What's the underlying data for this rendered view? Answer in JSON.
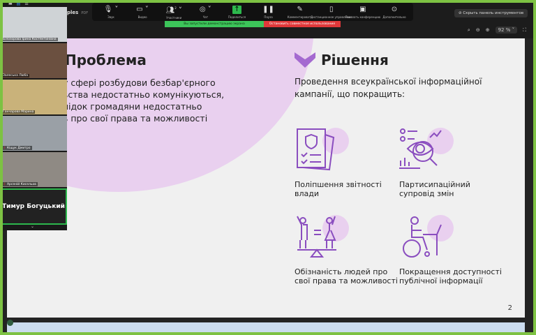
{
  "document": {
    "title": "ples",
    "type": "PDF"
  },
  "toolbar": {
    "items": [
      {
        "icon": "microphone-icon",
        "label": "Звук"
      },
      {
        "icon": "video-icon",
        "label": "Видео"
      },
      {
        "icon": "participants-icon",
        "label": "Участники",
        "count": "2"
      },
      {
        "icon": "chat-icon",
        "label": "Чат"
      },
      {
        "icon": "share-icon",
        "label": "Поделиться"
      },
      {
        "icon": "pause-icon",
        "label": "Пауза"
      },
      {
        "icon": "annotate-icon",
        "label": "Комментировать"
      },
      {
        "icon": "remote-control-icon",
        "label": "Дистанционное управление"
      },
      {
        "icon": "show-conference-icon",
        "label": "Показать конференцию"
      },
      {
        "icon": "more-icon",
        "label": "Дополнительно"
      }
    ]
  },
  "share_status": {
    "green": "Вы запустили демонстрацию экрана",
    "red": "Остановить совместное использование"
  },
  "hide_panel": "Скрыть панель инструментов",
  "zoom_level": "92 %",
  "gallery": {
    "participants": [
      {
        "name": "Білозорова Ірина Костянтинівна",
        "muted": false,
        "bg": "#cfd3d6"
      },
      {
        "name": "Залеська Люба",
        "muted": false,
        "bg": "#6b5040"
      },
      {
        "name": "Гончарова Марина",
        "muted": false,
        "bg": "#c9b27a"
      },
      {
        "name": "Кіщук Дмитро",
        "muted": true,
        "bg": "#9aa0a6"
      },
      {
        "name": "Арсеній Кисельов",
        "muted": true,
        "bg": "#8f8a84"
      }
    ],
    "active_speaker": "Тимур Богуцький"
  },
  "slide": {
    "problem_title": "Проблема",
    "problem_text": "у сфері розбудови безбар'єрного\nьства недостатньо комунікуються,\nлідок громадяни недостатньо\nь про свої права та можливості",
    "solution_title": "Рішення",
    "solution_subtitle": "Проведення всеукраїнської інформаційної кампанії, що покращить:",
    "items": [
      {
        "label": "Поліпшення звітності влади"
      },
      {
        "label": "Партисипаційний супровід змін"
      },
      {
        "label": "Обізнаність людей про свої права та можливості"
      },
      {
        "label": "Покращення доступності публічної інформації"
      }
    ],
    "page_number": "2"
  },
  "colors": {
    "accent": "#a46ad0",
    "circle": "#e9d0ef",
    "border": "#7dc243"
  }
}
